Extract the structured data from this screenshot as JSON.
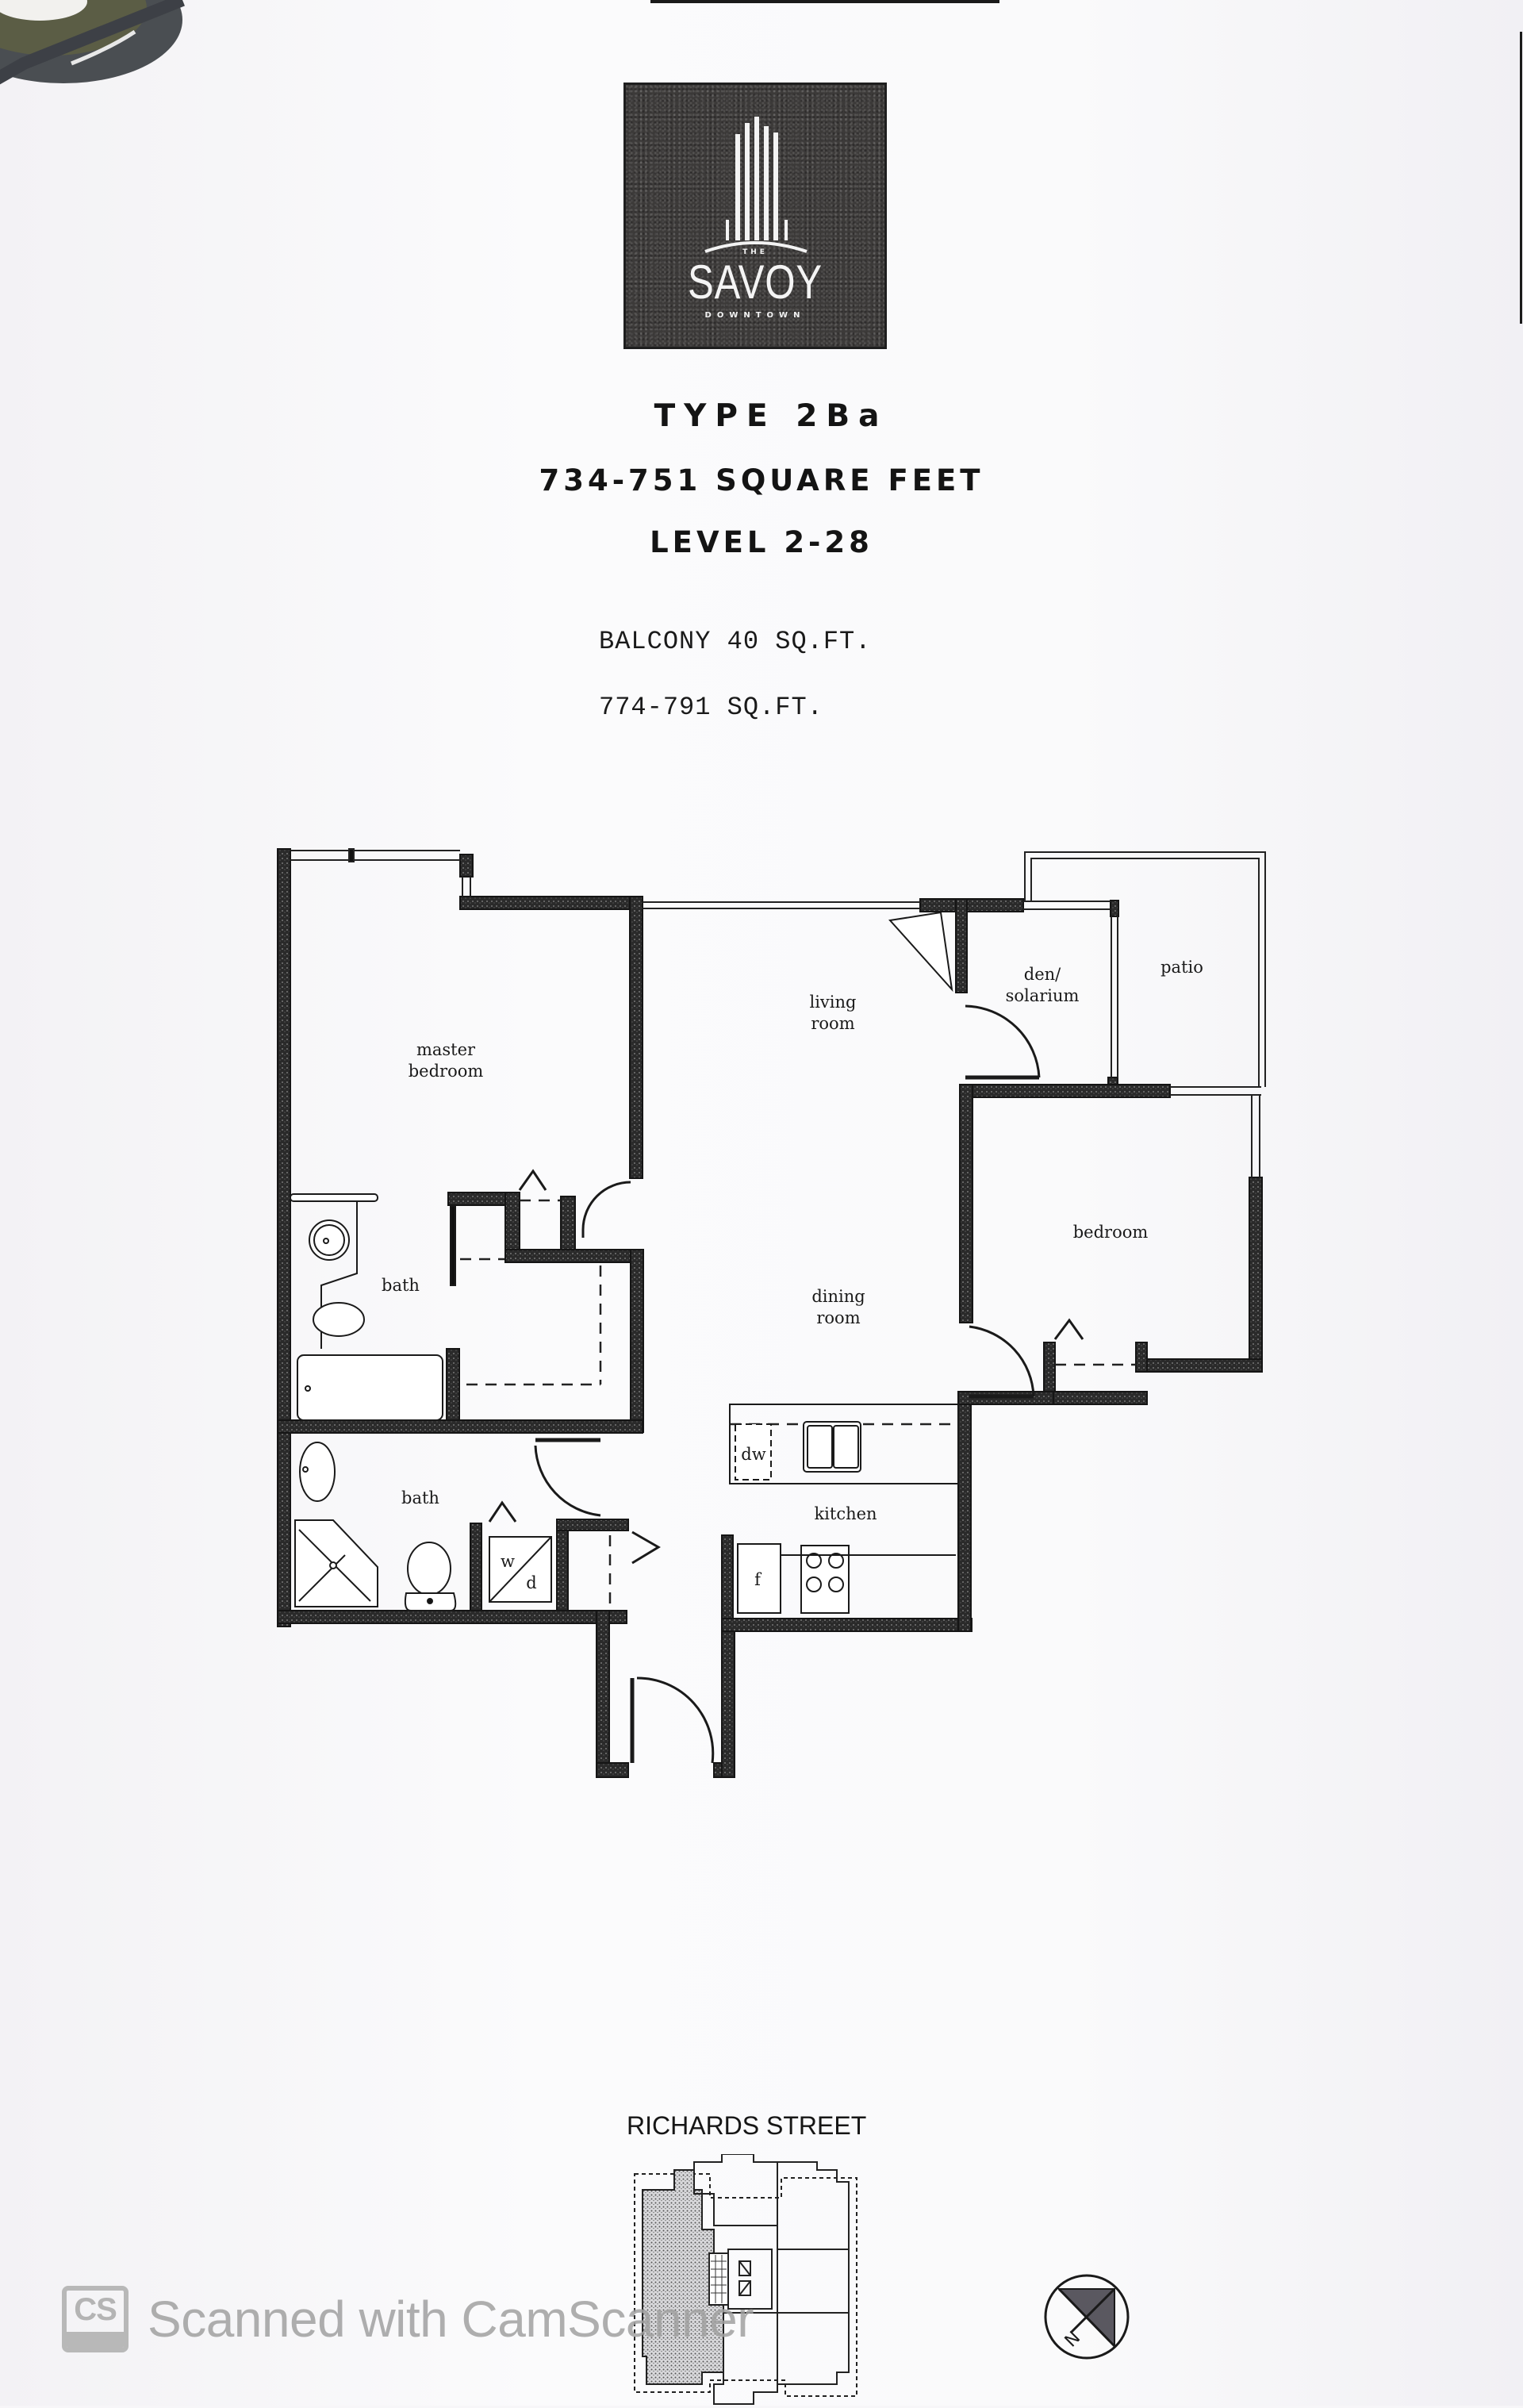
{
  "logo": {
    "prefix": "THE",
    "name": "SAVOY",
    "subtitle": "DOWNTOWN"
  },
  "unit": {
    "type": "TYPE 2Ba",
    "area": "734-751 SQUARE FEET",
    "levels": "LEVEL 2-28",
    "balcony": "BALCONY 40 SQ.FT.",
    "total_area": "774-791 SQ.FT."
  },
  "floor_plan": {
    "rooms": {
      "master_bedroom": [
        "master",
        "bedroom"
      ],
      "living_room": [
        "living",
        "room"
      ],
      "den_solarium": [
        "den/",
        "solarium"
      ],
      "patio": "patio",
      "bedroom": "bedroom",
      "ensuite_bath": "bath",
      "dining_room": [
        "dining",
        "room"
      ],
      "main_bath": "bath",
      "kitchen": "kitchen"
    },
    "appliances": {
      "dishwasher": "dw",
      "fridge": "f",
      "washer": "w",
      "dryer": "d"
    }
  },
  "key_plan": {
    "street": "RICHARDS STREET",
    "compass_label": "N"
  },
  "watermark": {
    "badge": "CS",
    "text": "Scanned with CamScanner"
  },
  "colors": {
    "wall": "#1e1e1e",
    "paper": "#f7f6f8",
    "logo_bg": "#3c3a39",
    "watermark": "#b4b4b4"
  }
}
